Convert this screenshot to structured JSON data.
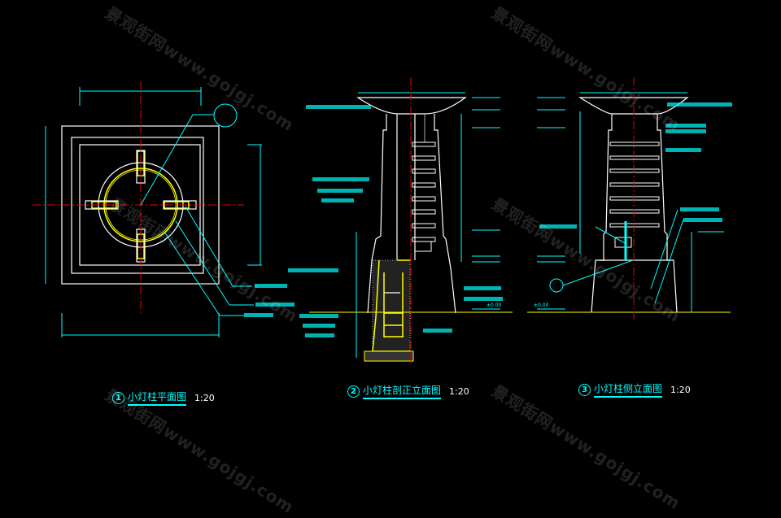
{
  "titles": [
    {
      "num": "1",
      "name": "小灯柱平面图",
      "scale": "1:20"
    },
    {
      "num": "2",
      "name": "小灯柱剖正立面图",
      "scale": "1:20"
    },
    {
      "num": "3",
      "name": "小灯柱侧立面图",
      "scale": "1:20"
    }
  ],
  "watermark": "景观街网www.gojgj.com",
  "ground_level": "±0.00",
  "colors": {
    "background": "#000000",
    "dimension": "#00ffff",
    "outline": "#ffffff",
    "axis": "#ee0000",
    "highlight": "#ffff00"
  }
}
